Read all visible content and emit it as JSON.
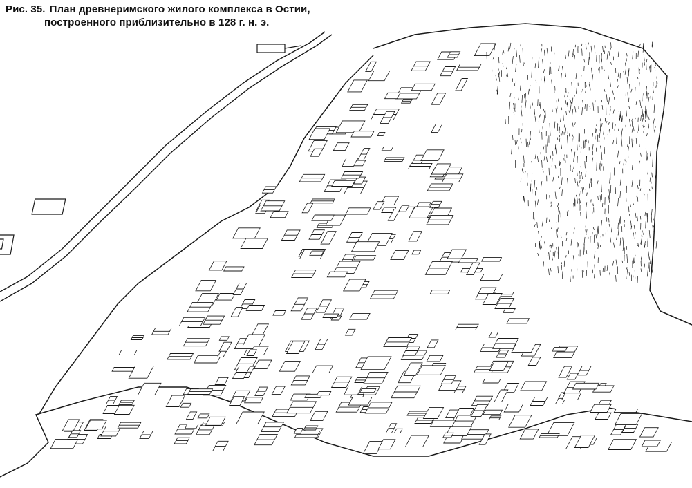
{
  "figure": {
    "label": "Рис. 35.",
    "title_line1": "План древнеримского жилого комплекса в Остии,",
    "title_line2": "построенного приблизительно в 128 г. н. э."
  },
  "colors": {
    "ink": "#1a1a1a",
    "paper": "#ffffff"
  }
}
